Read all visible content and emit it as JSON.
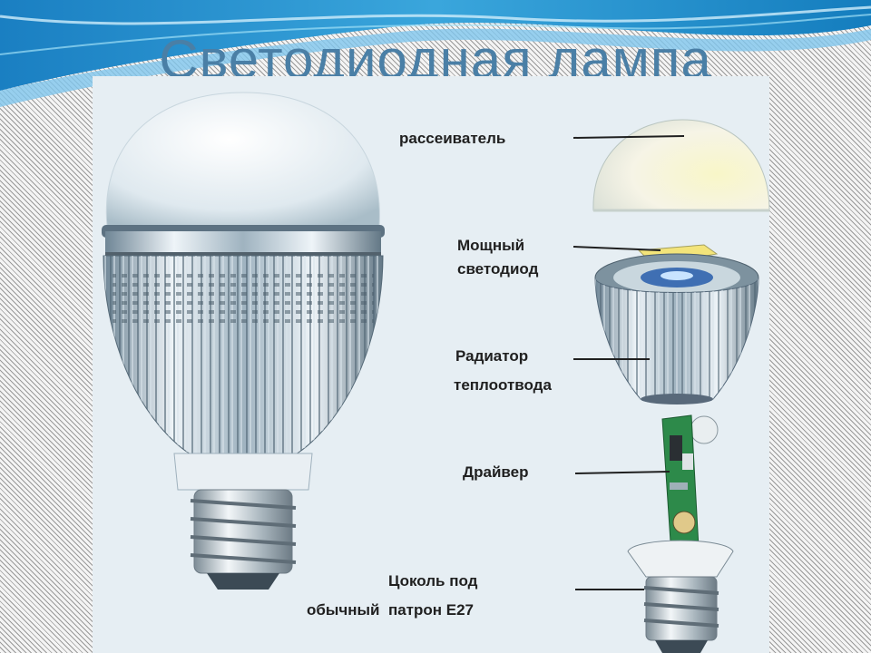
{
  "title": "Светодиодная лампа",
  "labels": {
    "diffuser": "рассеиватель",
    "led_line1": "Мощный",
    "led_line2": "светодиод",
    "radiator_line1": "Радиатор",
    "radiator_line2": "теплоотвода",
    "driver": "Драйвер",
    "base_line1": "Цоколь под",
    "base_line2": "обычный  патрон Е27"
  },
  "colors": {
    "title": "#4a7fa6",
    "panel": "#e6eef3",
    "banner": "#1c86c8",
    "pcb": "#2d8a4a"
  }
}
